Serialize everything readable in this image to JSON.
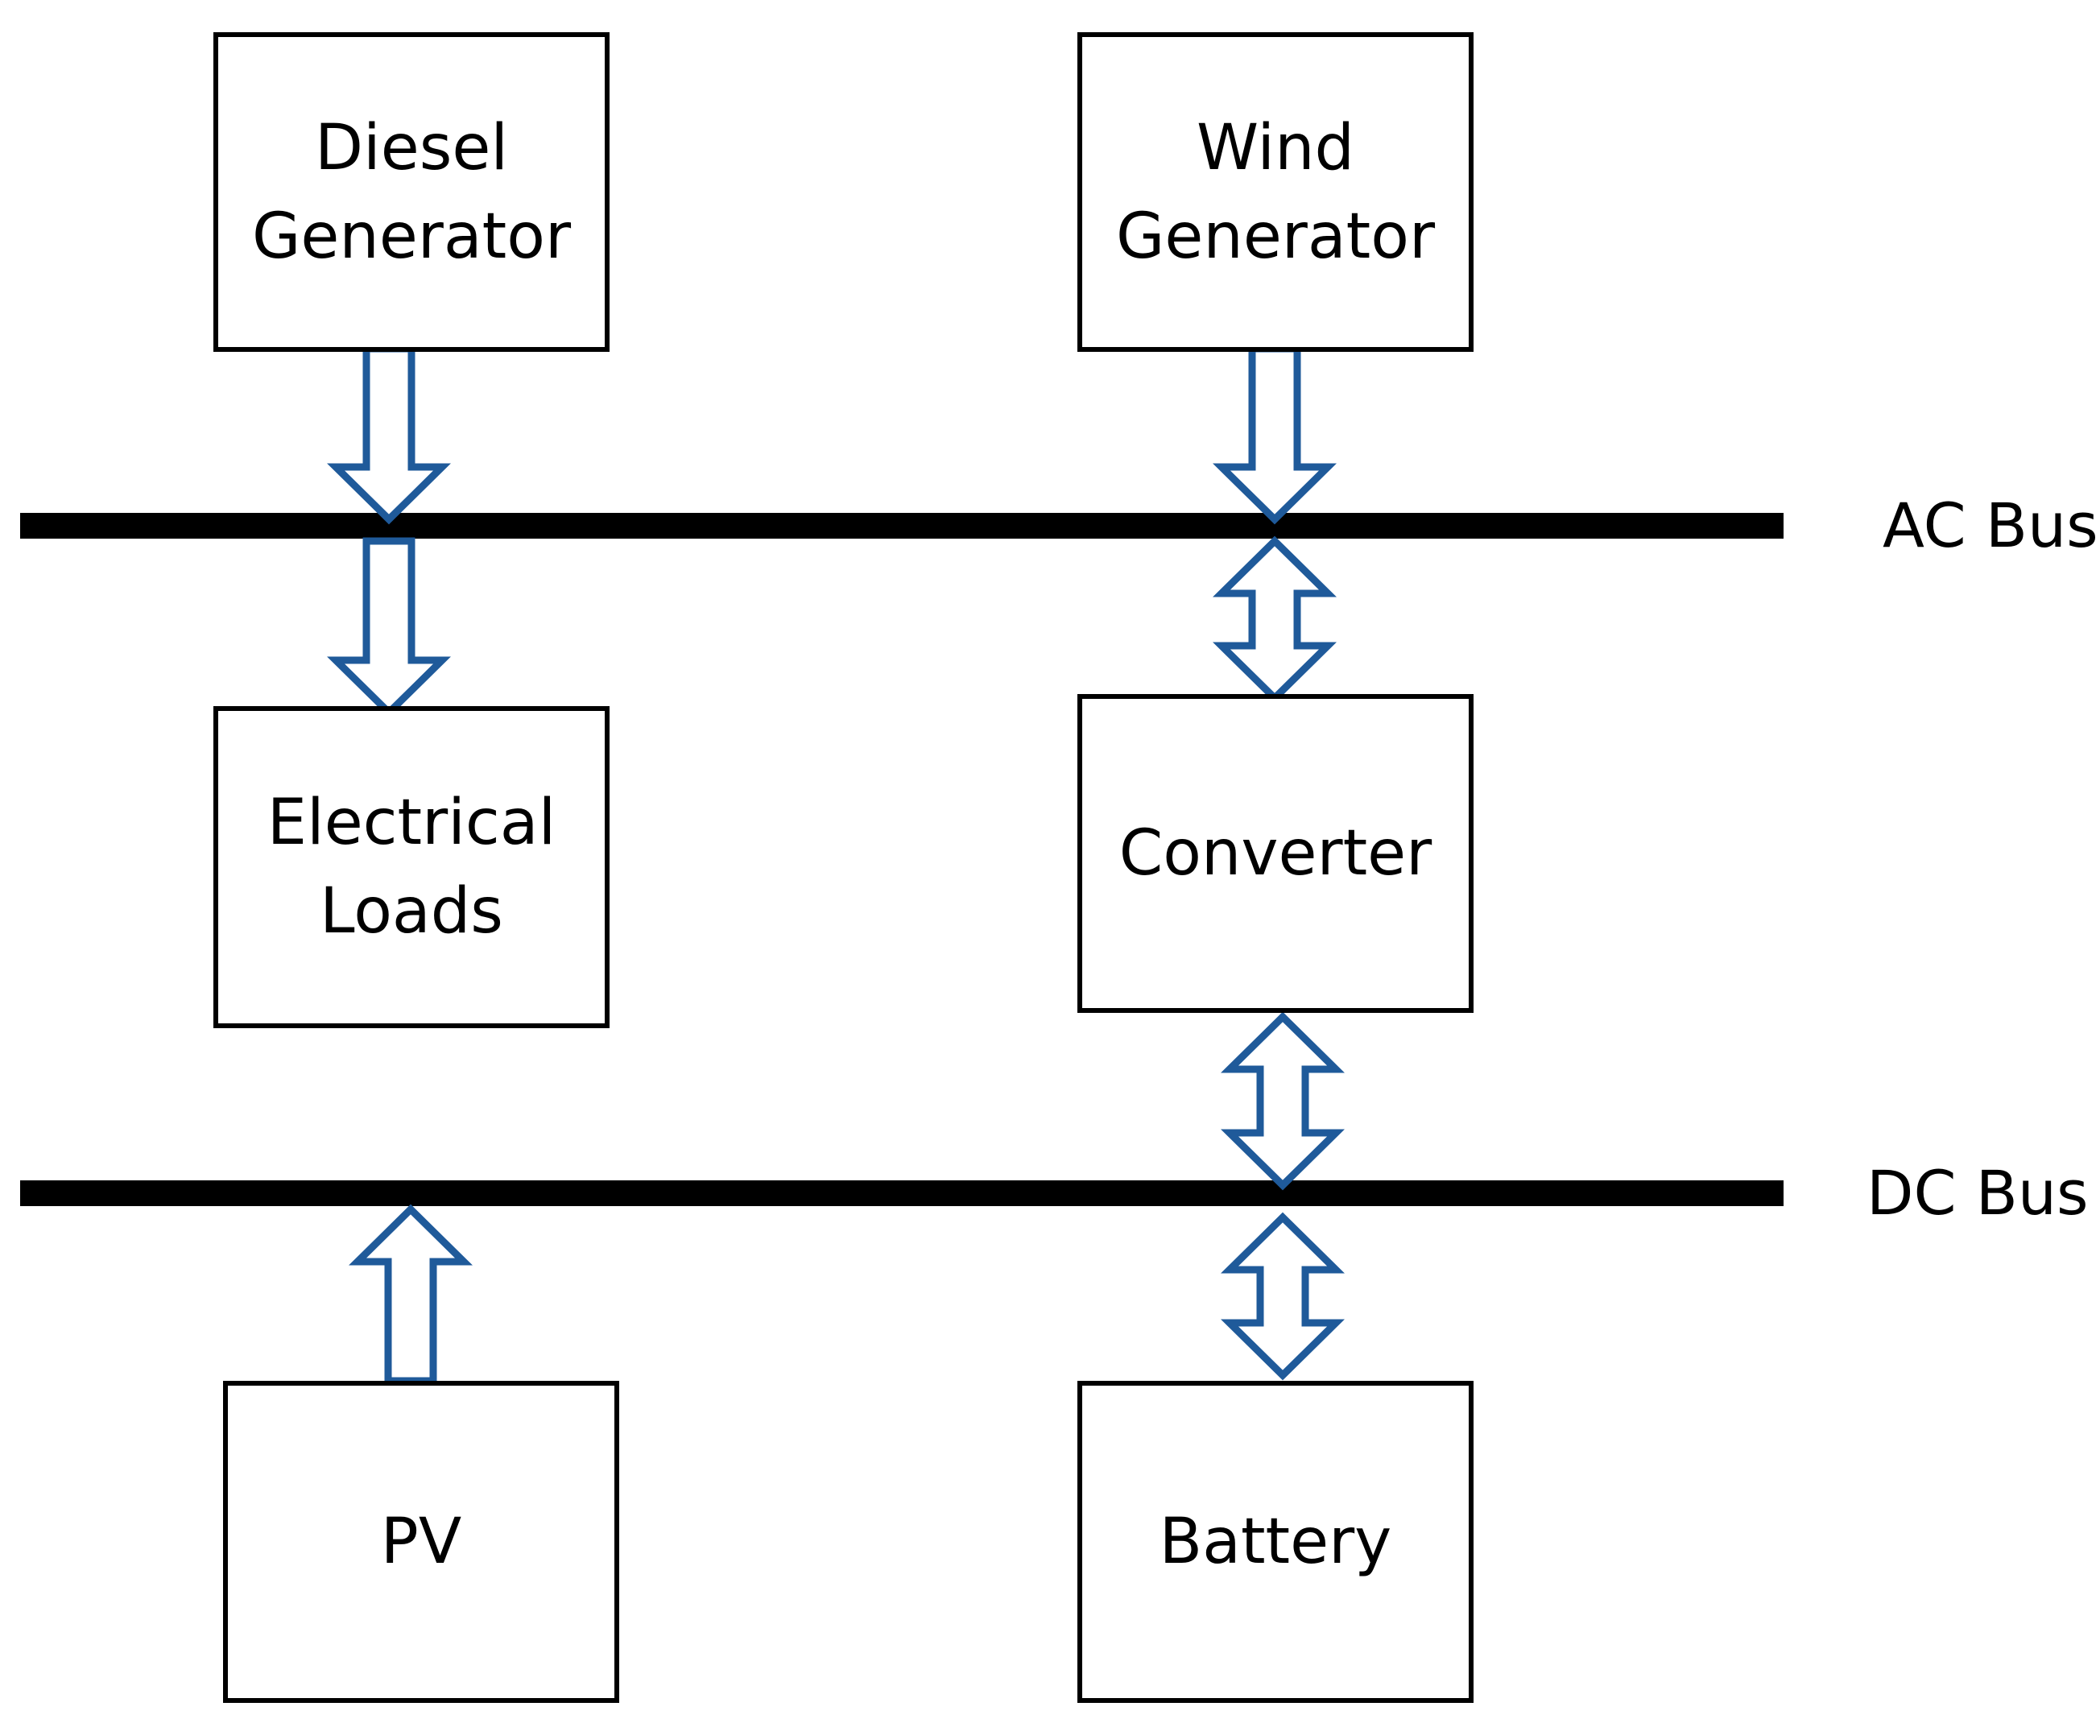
{
  "colors": {
    "bus": "#000000",
    "arrow_stroke": "#1f5a9a",
    "arrow_fill": "#ffffff",
    "block_border": "#000000"
  },
  "blocks": {
    "diesel_generator": "Diesel\nGenerator",
    "wind_generator": "Wind\nGenerator",
    "electrical_loads": "Electrical\nLoads",
    "converter": "Converter",
    "pv": "PV",
    "battery": "Battery"
  },
  "buses": {
    "ac": "AC Bus",
    "dc": "DC Bus"
  }
}
